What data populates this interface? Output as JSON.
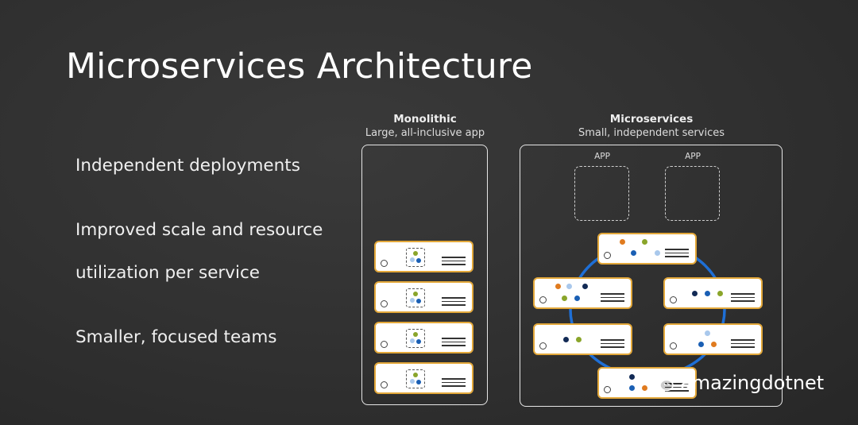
{
  "slide": {
    "title": "Microservices Architecture",
    "bullets": [
      "Independent deployments",
      "Improved scale and resource",
      "utilization per service",
      "Smaller, focused teams"
    ]
  },
  "monolithic": {
    "title": "Monolithic",
    "subtitle": "Large, all-inclusive app"
  },
  "microservices": {
    "title": "Microservices",
    "subtitle": "Small, independent services",
    "app_labels": [
      "APP",
      "APP"
    ]
  },
  "watermark": {
    "text": "amazingdotnet",
    "icon": "wechat-icon"
  },
  "colors": {
    "card_border": "#e3a83a",
    "ring": "#1e6fd6",
    "dot_orange": "#e07b1f",
    "dot_green": "#8aa52a",
    "dot_blue": "#1a5fb4",
    "dot_navy": "#122a55",
    "dot_lightblue": "#a9c8ec"
  }
}
